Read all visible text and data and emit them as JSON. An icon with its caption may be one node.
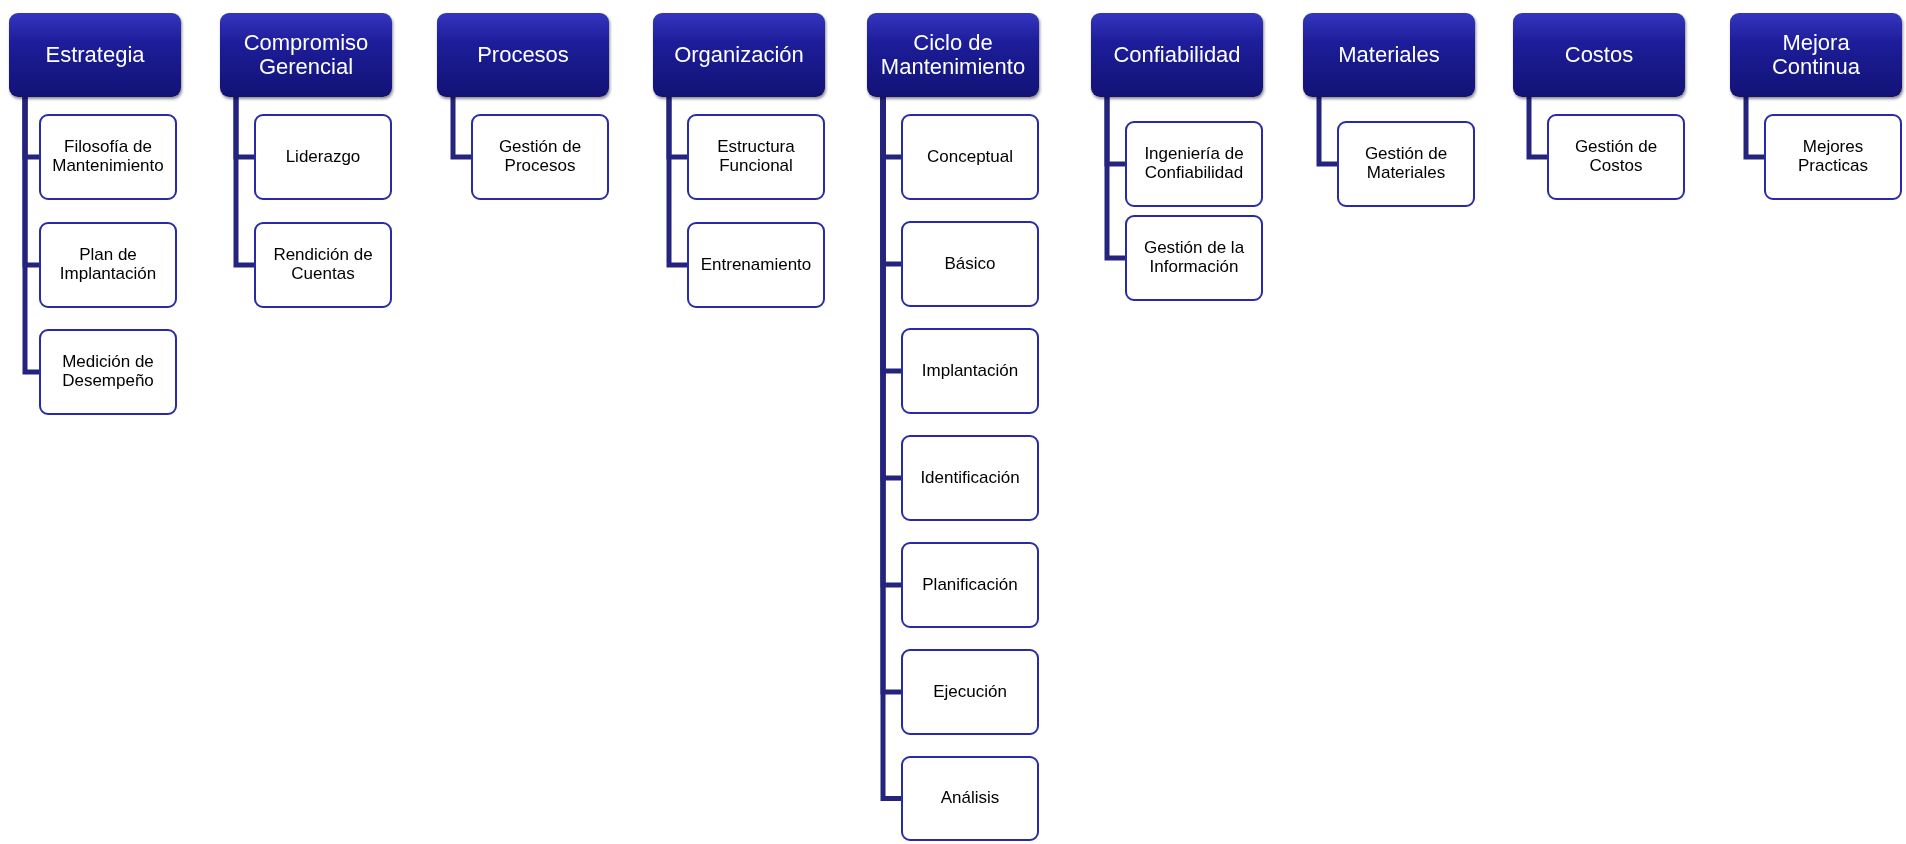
{
  "diagram": {
    "nodes": [
      {
        "text": [
          "Estrategia"
        ]
      },
      {
        "text": [
          "Filosofía de Mantenimiento"
        ]
      },
      {
        "text": [
          "Plan de Implantación"
        ]
      },
      {
        "text": [
          "Medición de Desempeño"
        ]
      },
      {
        "text": [
          "Compromiso Gerencial"
        ]
      },
      {
        "text": [
          "Liderazgo"
        ]
      },
      {
        "text": [
          "Rendición de Cuentas"
        ]
      },
      {
        "text": [
          "Procesos"
        ]
      },
      {
        "text": [
          "Gestión de Procesos"
        ]
      },
      {
        "text": [
          "Organización"
        ]
      },
      {
        "text": [
          "Estructura Funcional"
        ]
      },
      {
        "text": [
          "Entrenamiento"
        ]
      },
      {
        "text": [
          "Ciclo de Mantenimiento"
        ]
      },
      {
        "text": [
          "Conceptual"
        ]
      },
      {
        "text": [
          "Básico"
        ]
      },
      {
        "text": [
          "Implantación"
        ]
      },
      {
        "text": [
          "Identificación"
        ]
      },
      {
        "text": [
          "Planificación"
        ]
      },
      {
        "text": [
          "Ejecución"
        ]
      },
      {
        "text": [
          "Análisis"
        ]
      },
      {
        "text": [
          "Confiabilidad"
        ]
      },
      {
        "text": [
          "Ingeniería de Confiabilidad"
        ]
      },
      {
        "text": [
          "Gestión de la Información"
        ]
      },
      {
        "text": [
          "Materiales"
        ]
      },
      {
        "text": [
          "Gestión de Materiales"
        ]
      },
      {
        "text": [
          "Costos"
        ]
      },
      {
        "text": [
          "Gestión de Costos"
        ]
      },
      {
        "text": [
          "Mejora Continua"
        ]
      },
      {
        "text": [
          "Mejores Practicas"
        ]
      }
    ],
    "edges": [
      {
        "from": 0,
        "to": 1,
        "arrow": "none"
      },
      {
        "from": 0,
        "to": 2,
        "arrow": "none"
      },
      {
        "from": 0,
        "to": 3,
        "arrow": "none"
      },
      {
        "from": 4,
        "to": 5,
        "arrow": "none"
      },
      {
        "from": 4,
        "to": 6,
        "arrow": "none"
      },
      {
        "from": 7,
        "to": 8,
        "arrow": "none"
      },
      {
        "from": 9,
        "to": 10,
        "arrow": "none"
      },
      {
        "from": 9,
        "to": 11,
        "arrow": "none"
      },
      {
        "from": 12,
        "to": 13,
        "arrow": "none"
      },
      {
        "from": 12,
        "to": 14,
        "arrow": "none"
      },
      {
        "from": 12,
        "to": 15,
        "arrow": "none"
      },
      {
        "from": 12,
        "to": 16,
        "arrow": "none"
      },
      {
        "from": 12,
        "to": 17,
        "arrow": "none"
      },
      {
        "from": 12,
        "to": 18,
        "arrow": "none"
      },
      {
        "from": 12,
        "to": 19,
        "arrow": "none"
      },
      {
        "from": 20,
        "to": 21,
        "arrow": "none"
      },
      {
        "from": 20,
        "to": 22,
        "arrow": "none"
      },
      {
        "from": 23,
        "to": 24,
        "arrow": "none"
      },
      {
        "from": 25,
        "to": 26,
        "arrow": "none"
      },
      {
        "from": 27,
        "to": 28,
        "arrow": "none"
      }
    ]
  }
}
